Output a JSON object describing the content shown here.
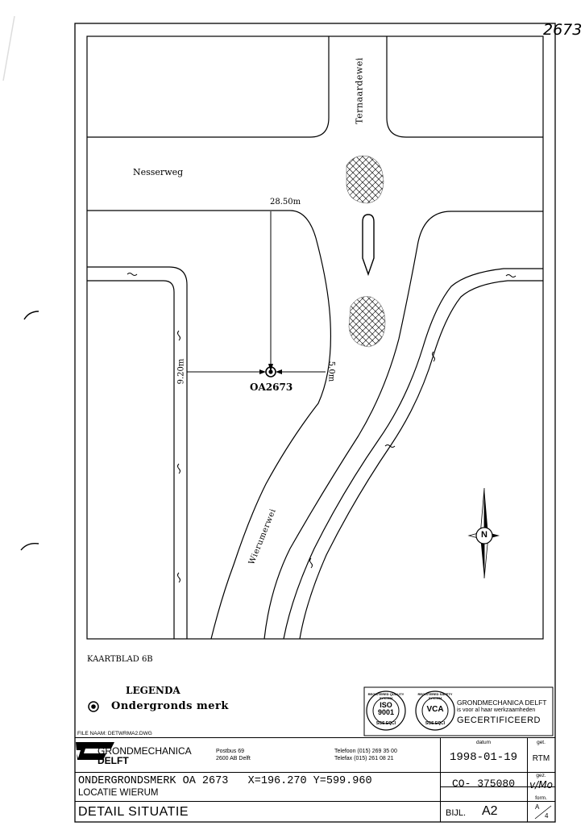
{
  "sheet_number": "2673",
  "map": {
    "street_north": "Ternaardewei",
    "street_west": "Nesserweg",
    "street_south": "Wierumerwei",
    "dim_top": "28.50m",
    "dim_left": "9.20m",
    "dim_right": "5.0m",
    "marker_label": "OA2673",
    "compass_letter": "N"
  },
  "map_sheet": "KAARTBLAD 6B",
  "legend": {
    "title": "LEGENDA",
    "item": "Ondergronds merk"
  },
  "certification": {
    "line1": "GRONDMECHANICA DELFT",
    "line2": "is voor al haar werkzaamheden",
    "line3": "GECERTIFICEERD",
    "seal1_center": "ISO 9001",
    "seal1_ring": "REGISTERED QUALITY SYSTEM",
    "seal1_bottom": "SGS EQCI",
    "seal2_center": "VCA",
    "seal2_ring": "REGISTERED SAFETY SYSTEM",
    "seal2_bottom": "SGS EQCI"
  },
  "file_name": "FILE NAAM: DETWRMA2.DWG",
  "company": {
    "name_line1": "GRONDMECHANICA",
    "name_line2": "DELFT",
    "address_line1": "Postbus 69",
    "address_line2": "2600 AB Delft",
    "phone": "Telefoon (015) 269 35 00",
    "fax": "Telefax (015) 261 08 21"
  },
  "title_block": {
    "datum_label": "datum",
    "datum_value": "1998-01-19",
    "get_label": "get.",
    "get_value": "RTM",
    "gez_label": "gez.",
    "gez_value": "v/Mo",
    "project_line1": "ONDERGRONDSMERK OA 2673   X=196.270 Y=599.960",
    "project_line2": "LOCATIE WIERUM",
    "co_number": "CO- 375080",
    "drawing_title": "DETAIL SITUATIE",
    "bijl_label": "BIJL.",
    "bijl_value": "A2",
    "form_label": "form.",
    "form_top": "A",
    "form_bottom": "4"
  }
}
